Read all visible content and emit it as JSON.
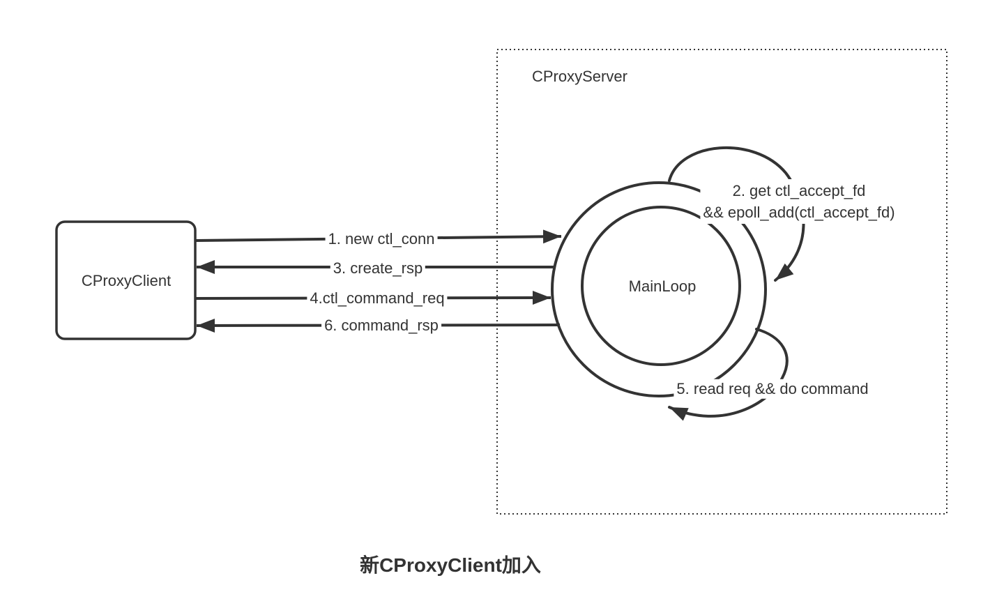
{
  "diagram": {
    "title_caption": "新CProxyClient加入",
    "client": {
      "label": "CProxyClient"
    },
    "server": {
      "label": "CProxyServer"
    },
    "mainloop": {
      "label": "MainLoop"
    },
    "messages": [
      {
        "step": 1,
        "label": "1. new ctl_conn",
        "direction": "client-to-server"
      },
      {
        "step": 3,
        "label": "3. create_rsp",
        "direction": "server-to-client"
      },
      {
        "step": 4,
        "label": "4.ctl_command_req",
        "direction": "client-to-server"
      },
      {
        "step": 6,
        "label": "6. command_rsp",
        "direction": "server-to-client"
      }
    ],
    "self_loops": [
      {
        "step": 2,
        "label_line1": "2. get ctl_accept_fd",
        "label_line2": "&& epoll_add(ctl_accept_fd)"
      },
      {
        "step": 5,
        "label": "5. read req && do command"
      }
    ],
    "colors": {
      "stroke": "#333333",
      "text": "#333333",
      "background": "#ffffff"
    }
  }
}
